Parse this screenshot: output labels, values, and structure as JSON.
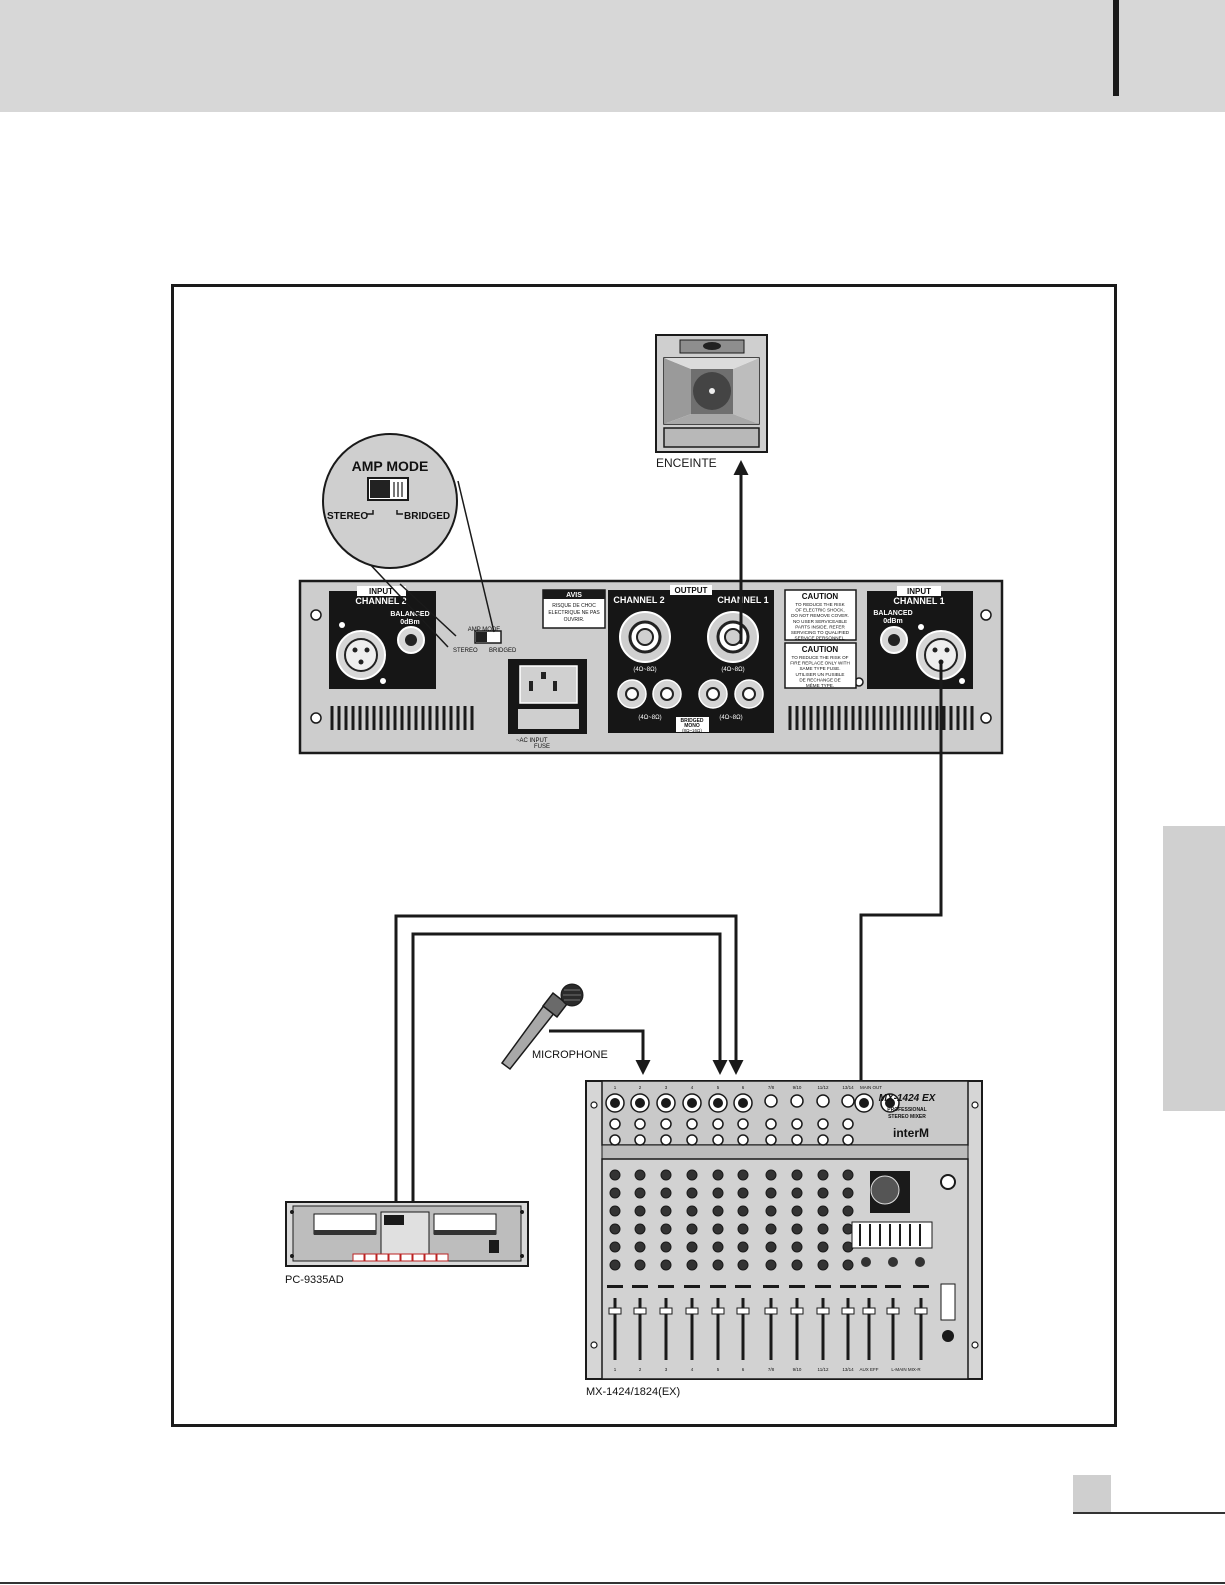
{
  "diagram": {
    "zoom": {
      "title": "AMP MODE",
      "stereo": "STEREO",
      "bridged": "BRIDGED"
    },
    "speaker": {
      "label": "ENCEINTE"
    },
    "amplifier": {
      "input_left": {
        "input": "INPUT",
        "channel": "CHANNEL 2",
        "balanced": "BALANCED",
        "level": "0dBm"
      },
      "amp_mode_small": {
        "title": "AMP MODE",
        "stereo": "STEREO",
        "bridged": "BRIDGED"
      },
      "avis": {
        "title": "AVIS",
        "lines": [
          "RISQUE DE CHOC",
          "ELECTRIQUE NE PAS",
          "OUVRIR."
        ]
      },
      "ac_input": [
        "~AC INPUT",
        "FUSE"
      ],
      "output": {
        "title": "OUTPUT",
        "ch2": "CHANNEL 2",
        "ch1": "CHANNEL 1",
        "imp_ch2": "(4Ω~8Ω)",
        "imp_ch1": "(4Ω~8Ω)",
        "imp_bind_left": "(4Ω~8Ω)",
        "imp_bind_right": "(4Ω~8Ω)",
        "bridged_lines": [
          "BRIDGED",
          "MONO",
          "(8Ω~16Ω)"
        ]
      },
      "caution1": {
        "title": "CAUTION",
        "lines": [
          "TO REDUCE THE RISK",
          "OF ELECTRIC SHOCK,",
          "DO NOT REMOVE COVER.",
          "NO USER SERVICEABLE",
          "PARTS INSIDE. REFER",
          "SERVICING TO QUALIFIED",
          "SERVICE PERSONNEL."
        ]
      },
      "caution2": {
        "title": "CAUTION",
        "lines": [
          "TO REDUCE THE RISK OF",
          "FIRE REPLACE ONLY WITH",
          "SAME TYPE FUSE.",
          "UTILISER UN FUSIBLE",
          "DE RECHANGE DE",
          "MÊME TYPE."
        ]
      },
      "input_right": {
        "input": "INPUT",
        "channel": "CHANNEL 1",
        "balanced": "BALANCED",
        "level": "0dBm"
      }
    },
    "microphone": {
      "label": "MICROPHONE"
    },
    "cd_player": {
      "label": "PC-9335AD"
    },
    "mixer": {
      "label": "MX-1424/1824(EX)",
      "model": "MX-1424 EX",
      "subtitle": [
        "PROFESSIONAL",
        "STEREO MIXER"
      ],
      "brand": "interM",
      "main_out": "MAIN OUT",
      "channel_headers": [
        "1",
        "2",
        "3",
        "4",
        "5",
        "6",
        "7/8",
        "9/10",
        "11/12",
        "13/14"
      ],
      "fader_labels": [
        "1",
        "2",
        "3",
        "4",
        "5",
        "6",
        "7/8",
        "9/10",
        "11/12",
        "13/14",
        "AUX EFF",
        "L-MAIN MIX-R"
      ]
    }
  }
}
